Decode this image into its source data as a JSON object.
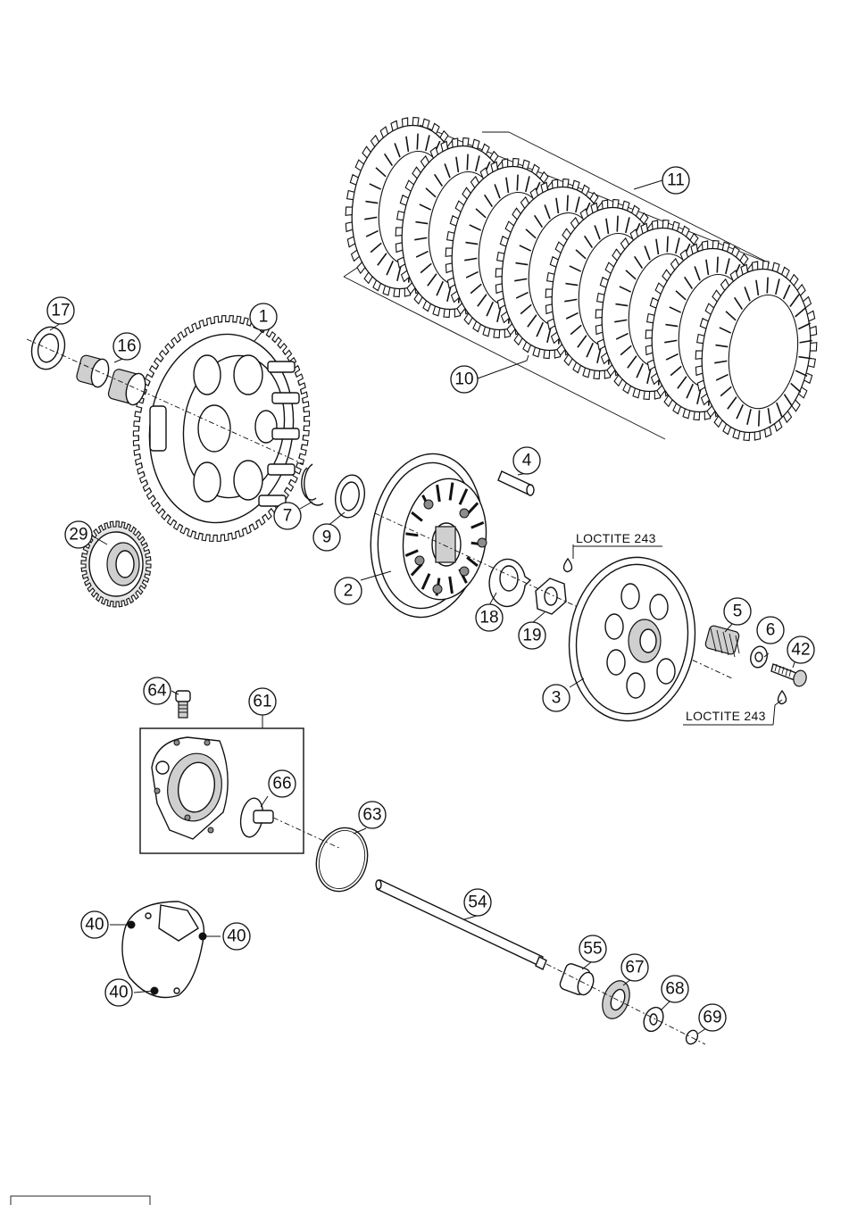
{
  "callouts": {
    "c1": "1",
    "c2": "2",
    "c3": "3",
    "c4": "4",
    "c5": "5",
    "c6": "6",
    "c7": "7",
    "c9": "9",
    "c10": "10",
    "c11": "11",
    "c16": "16",
    "c17": "17",
    "c18": "18",
    "c19": "19",
    "c29": "29",
    "c40a": "40",
    "c40b": "40",
    "c40c": "40",
    "c42": "42",
    "c54": "54",
    "c55": "55",
    "c61": "61",
    "c63": "63",
    "c64": "64",
    "c66": "66",
    "c67": "67",
    "c68": "68",
    "c69": "69"
  },
  "notes": {
    "loctite_top": "LOCTITE 243",
    "loctite_bottom": "LOCTITE 243"
  },
  "footer": {
    "code": "__ ___ __ _"
  }
}
